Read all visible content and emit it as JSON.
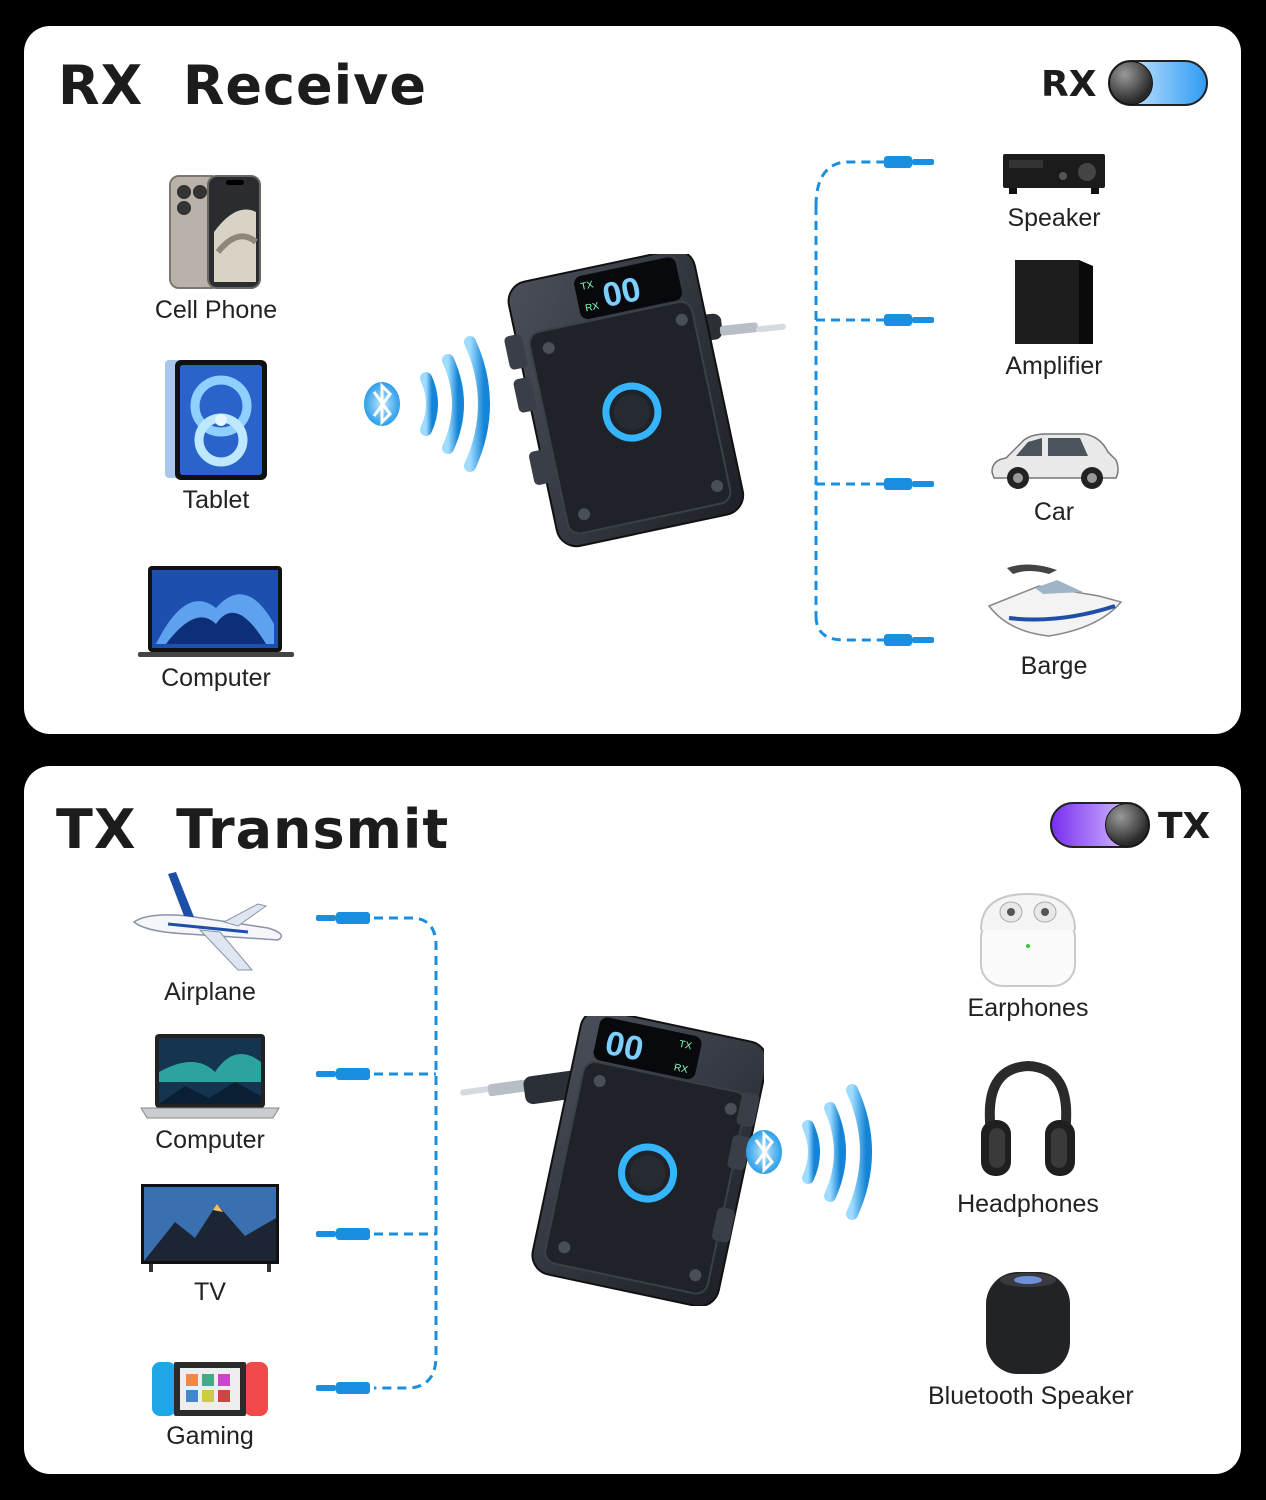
{
  "rx": {
    "code": "RX",
    "heading": "Receive",
    "toggle_label": "RX",
    "sources": [
      {
        "label": "Cell Phone",
        "icon": "cell-phone-icon"
      },
      {
        "label": "Tablet",
        "icon": "tablet-icon"
      },
      {
        "label": "Computer",
        "icon": "laptop-icon"
      }
    ],
    "outputs": [
      {
        "label": "Speaker",
        "icon": "av-receiver-icon"
      },
      {
        "label": "Amplifier",
        "icon": "amplifier-icon"
      },
      {
        "label": "Car",
        "icon": "car-icon"
      },
      {
        "label": "Barge",
        "icon": "boat-icon"
      }
    ],
    "device": {
      "display": "00",
      "marks": [
        "TX",
        "RX"
      ]
    }
  },
  "tx": {
    "code": "TX",
    "heading": "Transmit",
    "toggle_label": "TX",
    "sources": [
      {
        "label": "Airplane",
        "icon": "airplane-icon"
      },
      {
        "label": "Computer",
        "icon": "laptop-icon"
      },
      {
        "label": "TV",
        "icon": "tv-icon"
      },
      {
        "label": "Gaming",
        "icon": "game-console-icon"
      }
    ],
    "outputs": [
      {
        "label": "Earphones",
        "icon": "earbuds-icon"
      },
      {
        "label": "Headphones",
        "icon": "headphones-icon"
      },
      {
        "label": "Bluetooth Speaker",
        "icon": "smart-speaker-icon"
      }
    ],
    "device": {
      "display": "00",
      "marks": [
        "TX",
        "RX"
      ]
    }
  },
  "colors": {
    "cable": "#1a8fe0",
    "rx_toggle": "#2f9cf4",
    "tx_toggle": "#8b3cf0",
    "bluetooth": "#1e9be8"
  }
}
